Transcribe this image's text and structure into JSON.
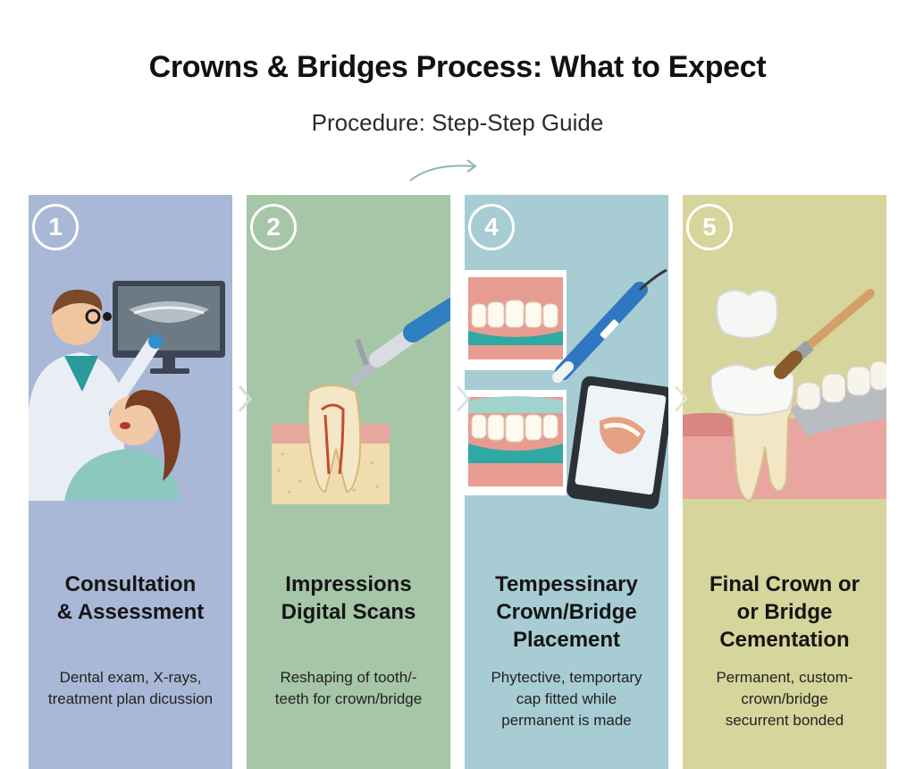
{
  "header": {
    "title": "Crowns & Bridges Process: What to Expect",
    "subtitle": "Procedure: Step-Step Guide"
  },
  "steps": [
    {
      "number": "1",
      "title_lines": [
        "Consultation",
        "& Assessment"
      ],
      "desc_lines": [
        "Dental exam, X-rays,",
        "treatment plan dicussion"
      ],
      "color": "#a9b8d6"
    },
    {
      "number": "2",
      "title_lines": [
        "Impressions",
        "Digital Scans"
      ],
      "desc_lines": [
        "Reshaping of tooth/-",
        "teeth for crown/bridge"
      ],
      "color": "#a6c6a8"
    },
    {
      "number": "4",
      "title_lines": [
        "Tempessinary",
        "Crown/Bridge",
        "Placement"
      ],
      "desc_lines": [
        "Phytective, temportary",
        "cap fitted while",
        "permanent is made"
      ],
      "color": "#a8ccd3"
    },
    {
      "number": "5",
      "title_lines": [
        "Final Crown or",
        "or Bridge",
        "Cementation"
      ],
      "desc_lines": [
        "Permanent, custom-",
        "crown/bridge",
        "securrent bonded"
      ],
      "color": "#d5d59c"
    }
  ],
  "icons": [
    "dentist-xray-icon",
    "tooth-drill-icon",
    "temporary-crown-scan-icon",
    "final-crown-cementation-icon",
    "chevron-right-icon",
    "curved-arrow-icon"
  ]
}
